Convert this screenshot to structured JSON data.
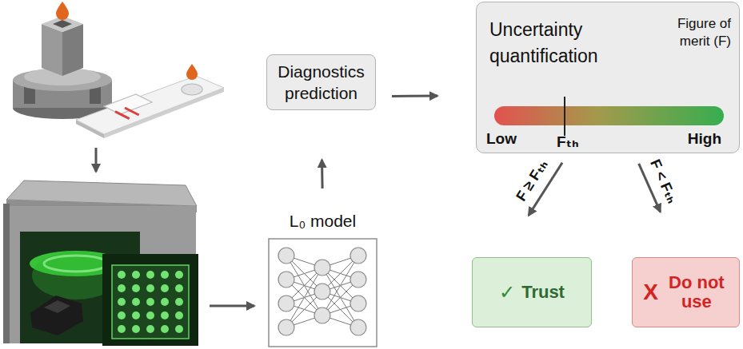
{
  "diagram": {
    "nodes": [
      {
        "text": [
          "L₀ model"
        ]
      },
      {
        "text": [
          "Diagnostics prediction"
        ]
      },
      {
        "text": [
          "Uncertainty quantification",
          "Figure of merit (F)",
          "Low",
          "Fₜₕ",
          "High"
        ]
      },
      {
        "text": [
          "✓",
          "Trust"
        ]
      },
      {
        "text": [
          "X",
          "Do not use"
        ]
      }
    ],
    "edges": [
      {
        "from": 0,
        "to": 1,
        "arrow": "to"
      },
      {
        "from": 1,
        "to": 2,
        "arrow": "to"
      },
      {
        "from": 2,
        "to": 3,
        "label": "F ≥ Fₜₕ",
        "arrow": "to"
      },
      {
        "from": 2,
        "to": 4,
        "label": "F < Fₜₕ",
        "arrow": "to"
      }
    ]
  }
}
